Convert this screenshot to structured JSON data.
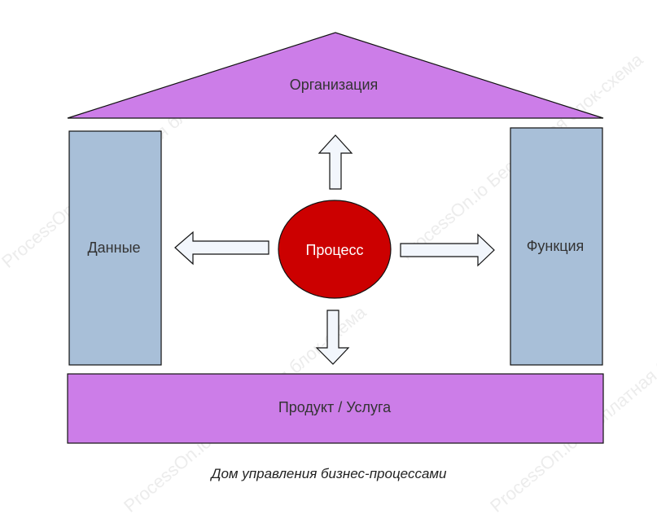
{
  "diagram": {
    "roof_label": "Организация",
    "left_pillar_label": "Данные",
    "right_pillar_label": "Функция",
    "center_label": "Процесс",
    "foundation_label": "Продукт / Услуга",
    "caption": "Дом управления бизнес-процессами",
    "watermark": "ProcessOn.io Бесплатная блок-схема"
  },
  "colors": {
    "roof_fill": "#cc7de8",
    "pillar_fill": "#a8bfd8",
    "center_fill": "#cc0000",
    "arrow_fill": "#f2f6fc",
    "stroke": "#111111"
  }
}
